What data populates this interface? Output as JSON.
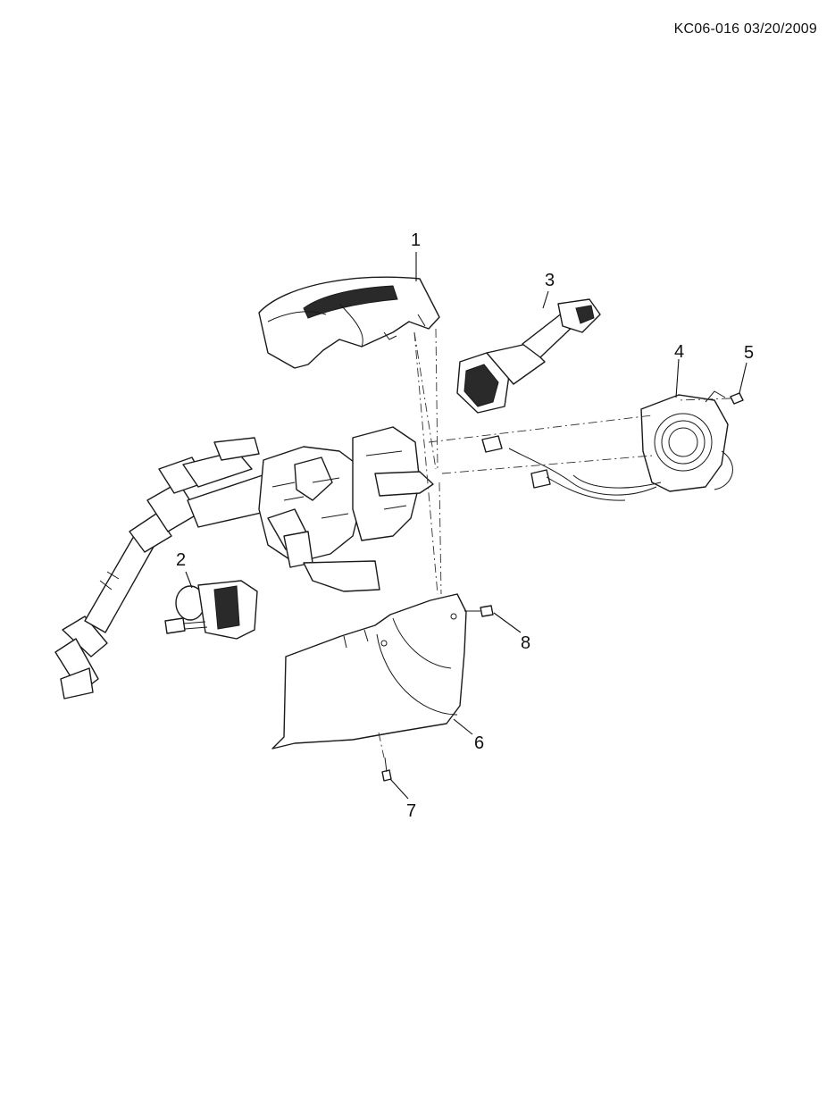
{
  "header": {
    "reference": "KC06-016 03/20/2009"
  },
  "callouts": [
    {
      "id": "c1",
      "label": "1"
    },
    {
      "id": "c2",
      "label": "2"
    },
    {
      "id": "c3",
      "label": "3"
    },
    {
      "id": "c4",
      "label": "4"
    },
    {
      "id": "c5",
      "label": "5"
    },
    {
      "id": "c6",
      "label": "6"
    },
    {
      "id": "c7",
      "label": "7"
    },
    {
      "id": "c8",
      "label": "8"
    }
  ]
}
